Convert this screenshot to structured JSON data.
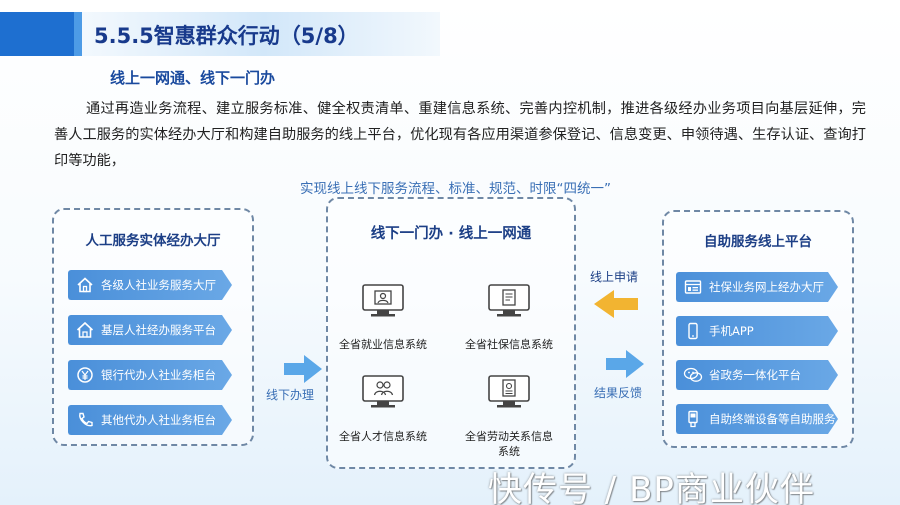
{
  "header": {
    "title": "5.5.5智惠群众行动（5/8）",
    "subtitle": "线上一网通、线下一门办"
  },
  "paragraph": "通过再造业务流程、建立服务标准、健全权责清单、重建信息系统、完善内控机制，推进各级经办业务项目向基层延伸，完善人工服务的实体经办大厅和构建自助服务的线上平台，优化现有各应用渠道参保登记、信息变更、申领待遇、生存认证、查询打印等功能，",
  "unify_caption": "实现线上线下服务流程、标准、规范、时限“四统一”",
  "left_panel": {
    "title": "人工服务实体经办大厅",
    "items": [
      {
        "label": "各级人社业务服务大厅",
        "icon": "house-icon"
      },
      {
        "label": "基层人社经办服务平台",
        "icon": "home-icon"
      },
      {
        "label": "银行代办人社业务柜台",
        "icon": "yuan-coin-icon"
      },
      {
        "label": "其他代办人社业务柜台",
        "icon": "phone-icon"
      }
    ]
  },
  "center_panel": {
    "title": "线下一门办 · 线上一网通",
    "systems": [
      {
        "label": "全省就业信息系统",
        "icon": "monitor-profile-icon"
      },
      {
        "label": "全省社保信息系统",
        "icon": "monitor-document-icon"
      },
      {
        "label": "全省人才信息系统",
        "icon": "monitor-users-icon"
      },
      {
        "label_line1": "全省劳动关系信息",
        "label_line2": "系统",
        "icon": "monitor-contract-icon"
      }
    ]
  },
  "right_panel": {
    "title": "自助服务线上平台",
    "items": [
      {
        "label": "社保业务网上经办大厅",
        "icon": "browser-icon"
      },
      {
        "label": "手机APP",
        "icon": "smartphone-icon"
      },
      {
        "label": "省政务一体化平台",
        "icon": "wechat-icon"
      },
      {
        "label": "自助终端设备等自助服务",
        "icon": "kiosk-icon"
      }
    ]
  },
  "flow": {
    "online_apply": "线上申请",
    "offline_handle": "线下办理",
    "feedback": "结果反馈"
  },
  "watermark": "快传号 / BP商业伙伴",
  "colors": {
    "accent": "#1e6fd0",
    "title": "#183a8c",
    "bar": "#4a8fd9",
    "orange_arrow": "#f2b431",
    "blue_arrow": "#5aa7e8"
  }
}
